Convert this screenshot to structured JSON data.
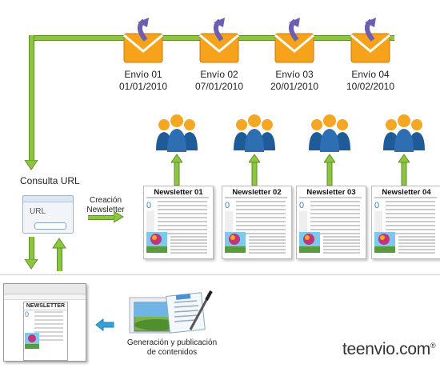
{
  "sends": [
    {
      "label": "Envío 01",
      "date": "01/01/2010"
    },
    {
      "label": "Envío 02",
      "date": "07/01/2010"
    },
    {
      "label": "Envío 03",
      "date": "20/01/2010"
    },
    {
      "label": "Envío 04",
      "date": "10/02/2010"
    }
  ],
  "newsletters": [
    "Newsletter 01",
    "Newsletter 02",
    "Newsletter 03",
    "Newsletter 04"
  ],
  "consulta_url": "Consulta URL",
  "url_box_label": "URL",
  "creacion": "Creación\nNewsletter",
  "browser_newsletter": "NEWSLETTER",
  "generacion": "Generación y publicación\nde contenidos",
  "brand": "teenvio.com",
  "brand_mark": "®",
  "colors": {
    "arrow_green": "#8cc63f",
    "envelope_orange": "#f7a21b",
    "people_blue": "#2e6fb3",
    "people_orange": "#f5a623",
    "arrow_blue": "#3aa0d8"
  }
}
